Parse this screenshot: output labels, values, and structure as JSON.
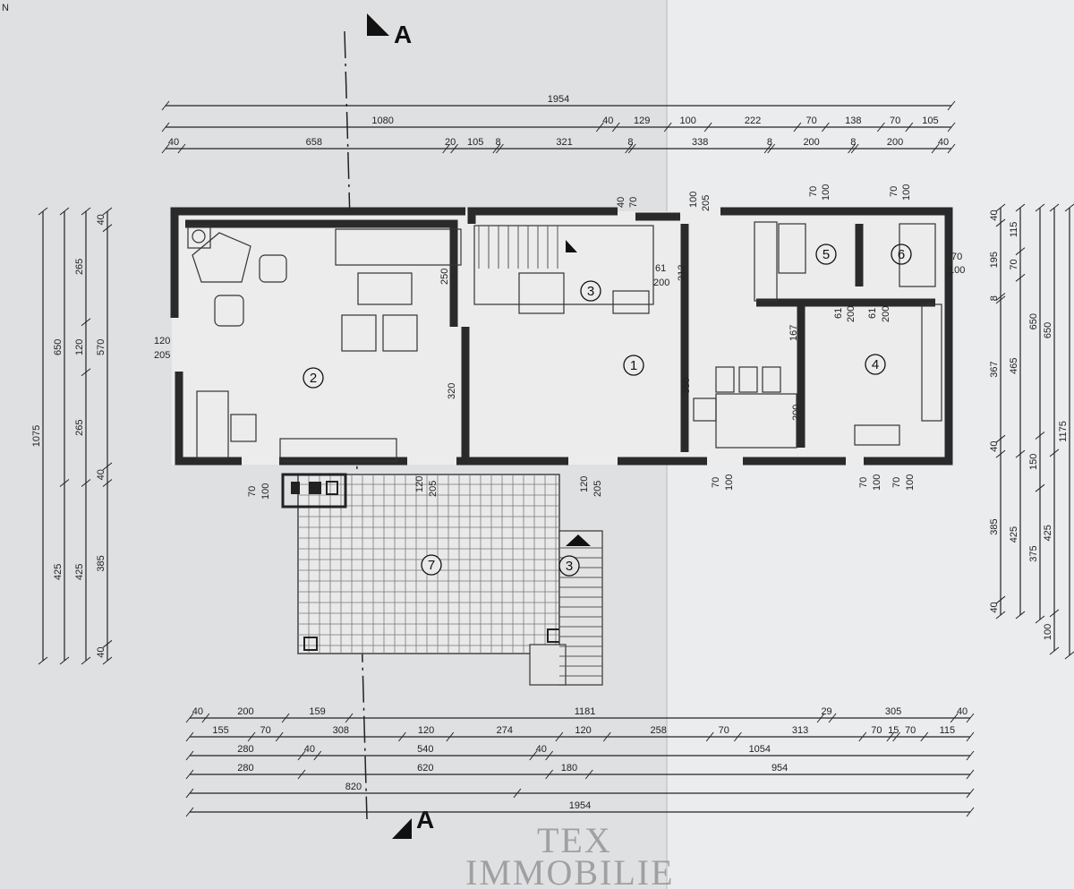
{
  "section_marker": "A",
  "north_mark": "N",
  "watermark": {
    "line1": "TEX",
    "line2": "IMMOBILIE"
  },
  "rooms": [
    "1",
    "2",
    "3",
    "4",
    "5",
    "6",
    "7",
    "3"
  ],
  "top_chains": [
    [
      {
        "v": 1954,
        "t": "1954"
      }
    ],
    [
      {
        "v": 1080,
        "t": "1080"
      },
      {
        "v": 40,
        "t": "40"
      },
      {
        "v": 129,
        "t": "129"
      },
      {
        "v": 100,
        "t": "100"
      },
      {
        "v": 222,
        "t": "222"
      },
      {
        "v": 70,
        "t": "70"
      },
      {
        "v": 138,
        "t": "138"
      },
      {
        "v": 70,
        "t": "70"
      },
      {
        "v": 105,
        "t": "105"
      }
    ],
    [
      {
        "v": 40,
        "t": "40"
      },
      {
        "v": 658,
        "t": "658"
      },
      {
        "v": 20,
        "t": "20"
      },
      {
        "v": 105,
        "t": "105"
      },
      {
        "v": 8,
        "t": "8"
      },
      {
        "v": 321,
        "t": "321"
      },
      {
        "v": 8,
        "t": "8"
      },
      {
        "v": 338,
        "t": "338"
      },
      {
        "v": 8,
        "t": "8"
      },
      {
        "v": 200,
        "t": "200"
      },
      {
        "v": 8,
        "t": "8"
      },
      {
        "v": 200,
        "t": "200"
      },
      {
        "v": 40,
        "t": "40"
      }
    ]
  ],
  "bottom_chains": [
    [
      {
        "v": 40,
        "t": "40"
      },
      {
        "v": 200,
        "t": "200"
      },
      {
        "v": 159,
        "t": "159"
      },
      {
        "v": 1181,
        "t": "1181"
      },
      {
        "v": 29,
        "t": "29"
      },
      {
        "v": 305,
        "t": "305"
      },
      {
        "v": 40,
        "t": "40"
      }
    ],
    [
      {
        "v": 155,
        "t": "155"
      },
      {
        "v": 70,
        "t": "70"
      },
      {
        "v": 308,
        "t": "308"
      },
      {
        "v": 120,
        "t": "120"
      },
      {
        "v": 274,
        "t": "274"
      },
      {
        "v": 120,
        "t": "120"
      },
      {
        "v": 258,
        "t": "258"
      },
      {
        "v": 70,
        "t": "70"
      },
      {
        "v": 313,
        "t": "313"
      },
      {
        "v": 70,
        "t": "70"
      },
      {
        "v": 15,
        "t": "15"
      },
      {
        "v": 70,
        "t": "70"
      },
      {
        "v": 115,
        "t": "115"
      }
    ],
    [
      {
        "v": 280,
        "t": "280"
      },
      {
        "v": 40,
        "t": "40"
      },
      {
        "v": 540,
        "t": "540"
      },
      {
        "v": 40,
        "t": "40"
      },
      {
        "v": 1054,
        "t": "1054"
      }
    ],
    [
      {
        "v": 280,
        "t": "280"
      },
      {
        "v": 620,
        "t": "620"
      },
      {
        "v": 100,
        "t": "180"
      },
      {
        "v": 954,
        "t": "954"
      }
    ],
    [
      {
        "v": 820,
        "t": "820"
      },
      {
        "v": 1134,
        "t": ""
      }
    ],
    [
      {
        "v": 1954,
        "t": "1954"
      }
    ]
  ],
  "left_chains": [
    [
      {
        "v": 1075,
        "t": "1075"
      }
    ],
    [
      {
        "v": 650,
        "t": "650"
      },
      {
        "v": 425,
        "t": "425"
      }
    ],
    [
      {
        "v": 265,
        "t": "265"
      },
      {
        "v": 120,
        "t": "120"
      },
      {
        "v": 265,
        "t": "265"
      },
      {
        "v": 425,
        "t": "425"
      }
    ],
    [
      {
        "v": 40,
        "t": "40"
      },
      {
        "v": 570,
        "t": "570"
      },
      {
        "v": 40,
        "t": "40"
      },
      {
        "v": 385,
        "t": "385"
      },
      {
        "v": 40,
        "t": "40"
      }
    ]
  ],
  "right_chains": [
    [
      {
        "v": 40,
        "t": "40"
      },
      {
        "v": 195,
        "t": "195"
      },
      {
        "v": 8,
        "t": "8"
      },
      {
        "v": 367,
        "t": "367"
      },
      {
        "v": 40,
        "t": "40"
      },
      {
        "v": 385,
        "t": "385"
      },
      {
        "v": 40,
        "t": "40"
      }
    ],
    [
      {
        "v": 115,
        "t": "115"
      },
      {
        "v": 70,
        "t": "70"
      },
      {
        "v": 465,
        "t": "465"
      },
      {
        "v": 425,
        "t": "425"
      }
    ],
    [
      {
        "v": 650,
        "t": "650"
      },
      {
        "v": 150,
        "t": "150"
      },
      {
        "v": 375,
        "t": "375"
      }
    ],
    [
      {
        "v": 650,
        "t": "650"
      },
      {
        "v": 425,
        "t": "425"
      },
      {
        "v": 100,
        "t": "100"
      }
    ],
    [
      {
        "v": 1175,
        "t": "1175"
      }
    ]
  ],
  "inner_dims": [
    "120",
    "205",
    "70",
    "100",
    "250",
    "320",
    "40",
    "70",
    "100",
    "205",
    "61",
    "200",
    "212",
    "350",
    "167",
    "200",
    "61",
    "200",
    "61",
    "200",
    "70",
    "100",
    "70",
    "100",
    "70",
    "100",
    "120",
    "205",
    "120",
    "205",
    "70",
    "100",
    "70",
    "100",
    "70",
    "100"
  ]
}
